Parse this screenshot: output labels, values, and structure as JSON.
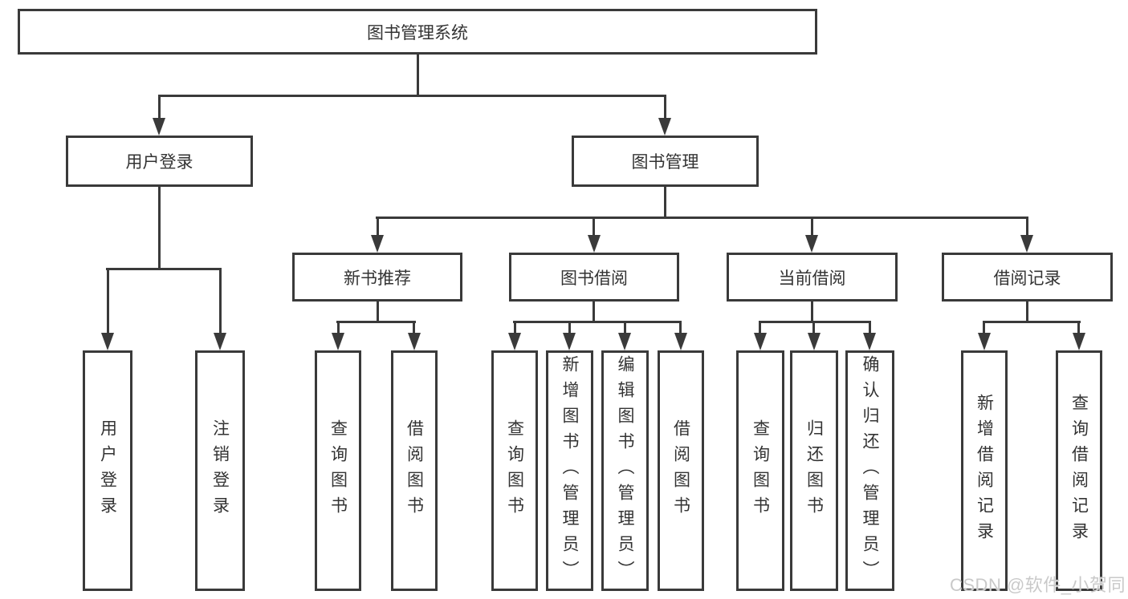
{
  "tree": {
    "root": {
      "label": "图书管理系统",
      "children": [
        {
          "label": "用户登录",
          "children": [
            {
              "label": "用户登录"
            },
            {
              "label": "注销登录"
            }
          ]
        },
        {
          "label": "图书管理",
          "children": [
            {
              "label": "新书推荐",
              "children": [
                {
                  "label": "查询图书"
                },
                {
                  "label": "借阅图书"
                }
              ]
            },
            {
              "label": "图书借阅",
              "children": [
                {
                  "label": "查询图书"
                },
                {
                  "label": "新增图书（管理员）"
                },
                {
                  "label": "编辑图书（管理员）"
                },
                {
                  "label": "借阅图书"
                }
              ]
            },
            {
              "label": "当前借阅",
              "children": [
                {
                  "label": "查询图书"
                },
                {
                  "label": "归还图书"
                },
                {
                  "label": "确认归还（管理员）"
                }
              ]
            },
            {
              "label": "借阅记录",
              "children": [
                {
                  "label": "新增借阅记录"
                },
                {
                  "label": "查询借阅记录"
                }
              ]
            }
          ]
        }
      ]
    }
  },
  "watermark": "CSDN @软件_小贺同学",
  "colors": {
    "line": "#3a3a3a",
    "text": "#333333",
    "background": "#ffffff",
    "watermark": "#c9c9c9"
  }
}
